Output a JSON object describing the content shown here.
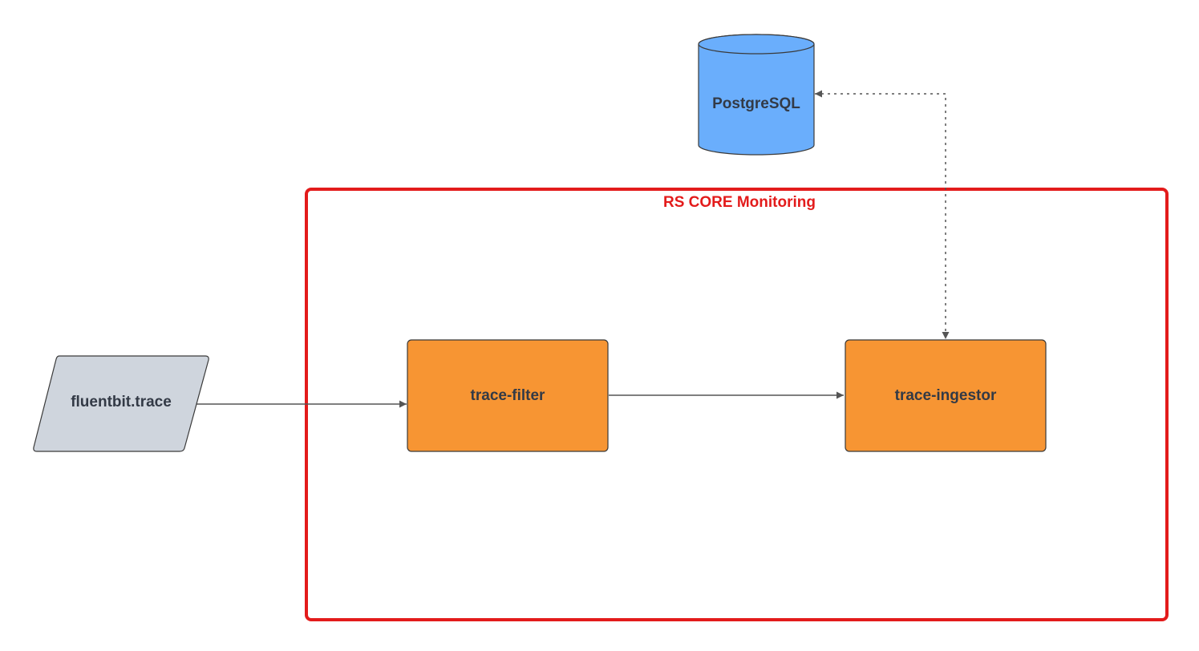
{
  "colors": {
    "group_border": "#e31b1b",
    "group_label": "#e31b1b",
    "service_fill": "#f79533",
    "database_fill": "#6aaefc",
    "input_fill": "#cfd5dd",
    "edge": "#555555",
    "node_stroke": "#3a3a3a",
    "node_text": "#333a46"
  },
  "group": {
    "label": "RS CORE Monitoring"
  },
  "nodes": {
    "database": {
      "label": "PostgreSQL",
      "shape": "cylinder"
    },
    "input": {
      "label": "fluentbit.trace",
      "shape": "parallelogram"
    },
    "filter": {
      "label": "trace-filter",
      "shape": "rounded-rectangle"
    },
    "ingestor": {
      "label": "trace-ingestor",
      "shape": "rounded-rectangle"
    }
  },
  "edges": [
    {
      "from": "input",
      "to": "filter",
      "style": "solid",
      "direction": "forward"
    },
    {
      "from": "filter",
      "to": "ingestor",
      "style": "solid",
      "direction": "forward"
    },
    {
      "from": "ingestor",
      "to": "database",
      "style": "dotted",
      "direction": "both"
    }
  ]
}
